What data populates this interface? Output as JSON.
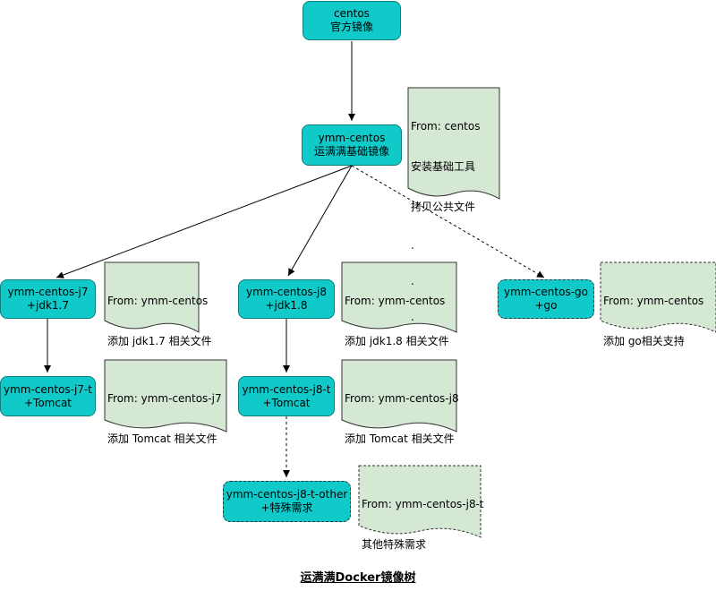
{
  "nodes": {
    "centos": {
      "line1": "centos",
      "line2": "官方镜像"
    },
    "ymm_centos": {
      "line1": "ymm-centos",
      "line2": "运满满基础镜像"
    },
    "j7": {
      "line1": "ymm-centos-j7",
      "line2": "+jdk1.7"
    },
    "j8": {
      "line1": "ymm-centos-j8",
      "line2": "+jdk1.8"
    },
    "go": {
      "line1": "ymm-centos-go",
      "line2": "+go"
    },
    "j7t": {
      "line1": "ymm-centos-j7-t",
      "line2": "+Tomcat"
    },
    "j8t": {
      "line1": "ymm-centos-j8-t",
      "line2": "+Tomcat"
    },
    "j8t_other": {
      "line1": "ymm-centos-j8-t-other",
      "line2": "+特殊需求"
    }
  },
  "notes": {
    "ymm_centos": {
      "lines": [
        "From: centos",
        "安装基础工具",
        "拷贝公共文件",
        ".",
        ".",
        "."
      ]
    },
    "j7": {
      "lines": [
        "From: ymm-centos",
        "添加 jdk1.7 相关文件"
      ]
    },
    "j8": {
      "lines": [
        "From: ymm-centos",
        "添加 jdk1.8 相关文件"
      ]
    },
    "go": {
      "lines": [
        "From: ymm-centos",
        "添加 go相关支持"
      ]
    },
    "j7t": {
      "lines": [
        "From: ymm-centos-j7",
        "添加 Tomcat 相关文件"
      ]
    },
    "j8t": {
      "lines": [
        "From: ymm-centos-j8",
        "添加 Tomcat 相关文件"
      ]
    },
    "j8t_other": {
      "lines": [
        "From: ymm-centos-j8-t",
        "其他特殊需求"
      ]
    }
  },
  "caption": "运满满Docker镜像树",
  "colors": {
    "node_fill": "#10c9c9",
    "node_border": "#0e7d7d",
    "note_fill": "#d5e8d4",
    "note_border": "#333333"
  }
}
